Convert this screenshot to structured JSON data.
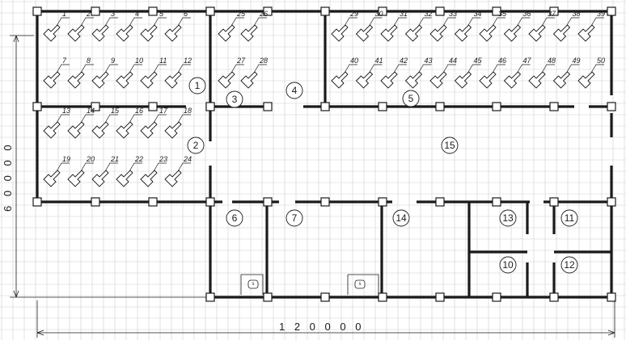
{
  "drawing": {
    "dimension_length": "1 2 0 0 0 0",
    "dimension_width": "6 0 0 0 0"
  },
  "rooms": [
    "1",
    "2",
    "3",
    "4",
    "5",
    "6",
    "7",
    "10",
    "11",
    "12",
    "13",
    "14",
    "15"
  ],
  "seats_group_left": [
    "1",
    "2",
    "3",
    "4",
    "5",
    "6",
    "7",
    "8",
    "9",
    "10",
    "11",
    "12",
    "13",
    "14",
    "15",
    "16",
    "17",
    "18",
    "19",
    "20",
    "21",
    "22",
    "23",
    "24"
  ],
  "seats_group_mid": [
    "25",
    "26",
    "27",
    "28"
  ],
  "seats_group_right": [
    "29",
    "30",
    "31",
    "32",
    "33",
    "34",
    "35",
    "36",
    "37",
    "38",
    "39",
    "40",
    "41",
    "42",
    "43",
    "44",
    "45",
    "46",
    "47",
    "48",
    "49",
    "50"
  ],
  "fixture_marks": [
    "s",
    "s"
  ]
}
